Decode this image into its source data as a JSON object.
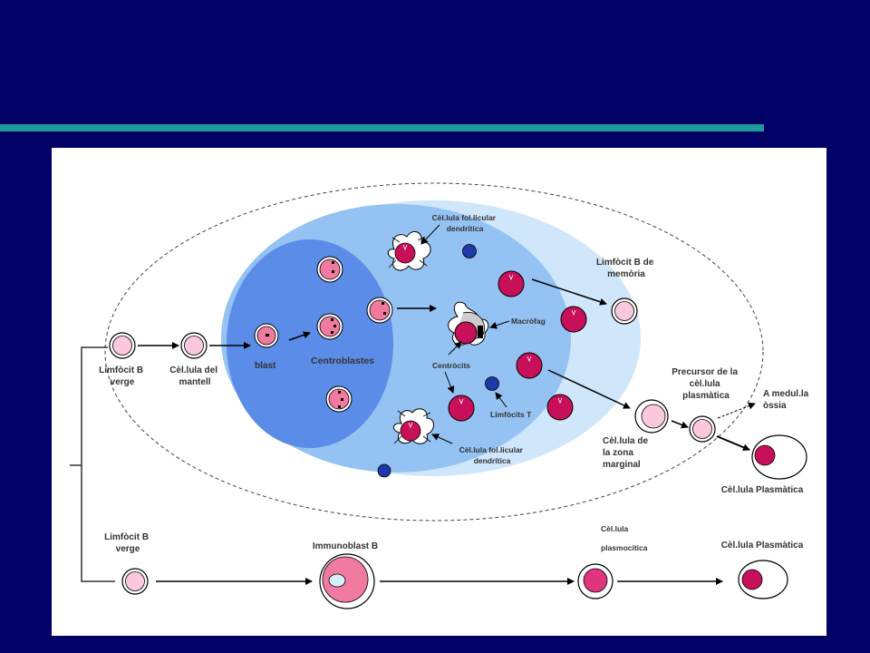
{
  "labels": {
    "naive_b_1": [
      "Limfòcit B",
      "verge"
    ],
    "mantle_cell": [
      "Cèl.lula del",
      "mantell"
    ],
    "blast": "blast",
    "centroblasts": "Centroblastes",
    "fdc_top": [
      "Cèl.lula fol.licular",
      "dendrítica"
    ],
    "macrophage": "Macròfag",
    "centrocytes": "Centròcits",
    "t_lymphocytes": "Limfòcits T",
    "fdc_bottom": [
      "Cèl.lula fol.licular",
      "dendrítica"
    ],
    "memory_b": [
      "Limfòcit B de",
      "memòria"
    ],
    "marginal_zone": [
      "Cèl.lula de",
      "la zona",
      "marginal"
    ],
    "plasma_precursor": [
      "Precursor de la",
      "cèl.lula",
      "plasmàtica"
    ],
    "bone_marrow": [
      "A medul.la",
      "òssia"
    ],
    "plasma_cell_1": "Cèl.lula Plasmàtica",
    "naive_b_2": [
      "Limfòcit B",
      "verge"
    ],
    "immunoblast": "Immunoblast B",
    "plasmacytoid": [
      "Cèl.lula",
      "plasmocítica"
    ],
    "plasma_cell_2": "Cèl.lula Plasmàtica"
  },
  "colors": {
    "background": "#000066",
    "accent_bar": "#1f9a9a",
    "panel": "#ffffff",
    "follicle_outer": "#cfe6fb",
    "follicle_mid": "#94c2f2",
    "dark_zone": "#5b8ce8",
    "cell_magenta": "#c8105a",
    "cell_pink": "#f07aa0",
    "cell_light_pink": "#fbc8de",
    "t_cell_blue": "#1e3aa8",
    "label_text": "#333333"
  }
}
